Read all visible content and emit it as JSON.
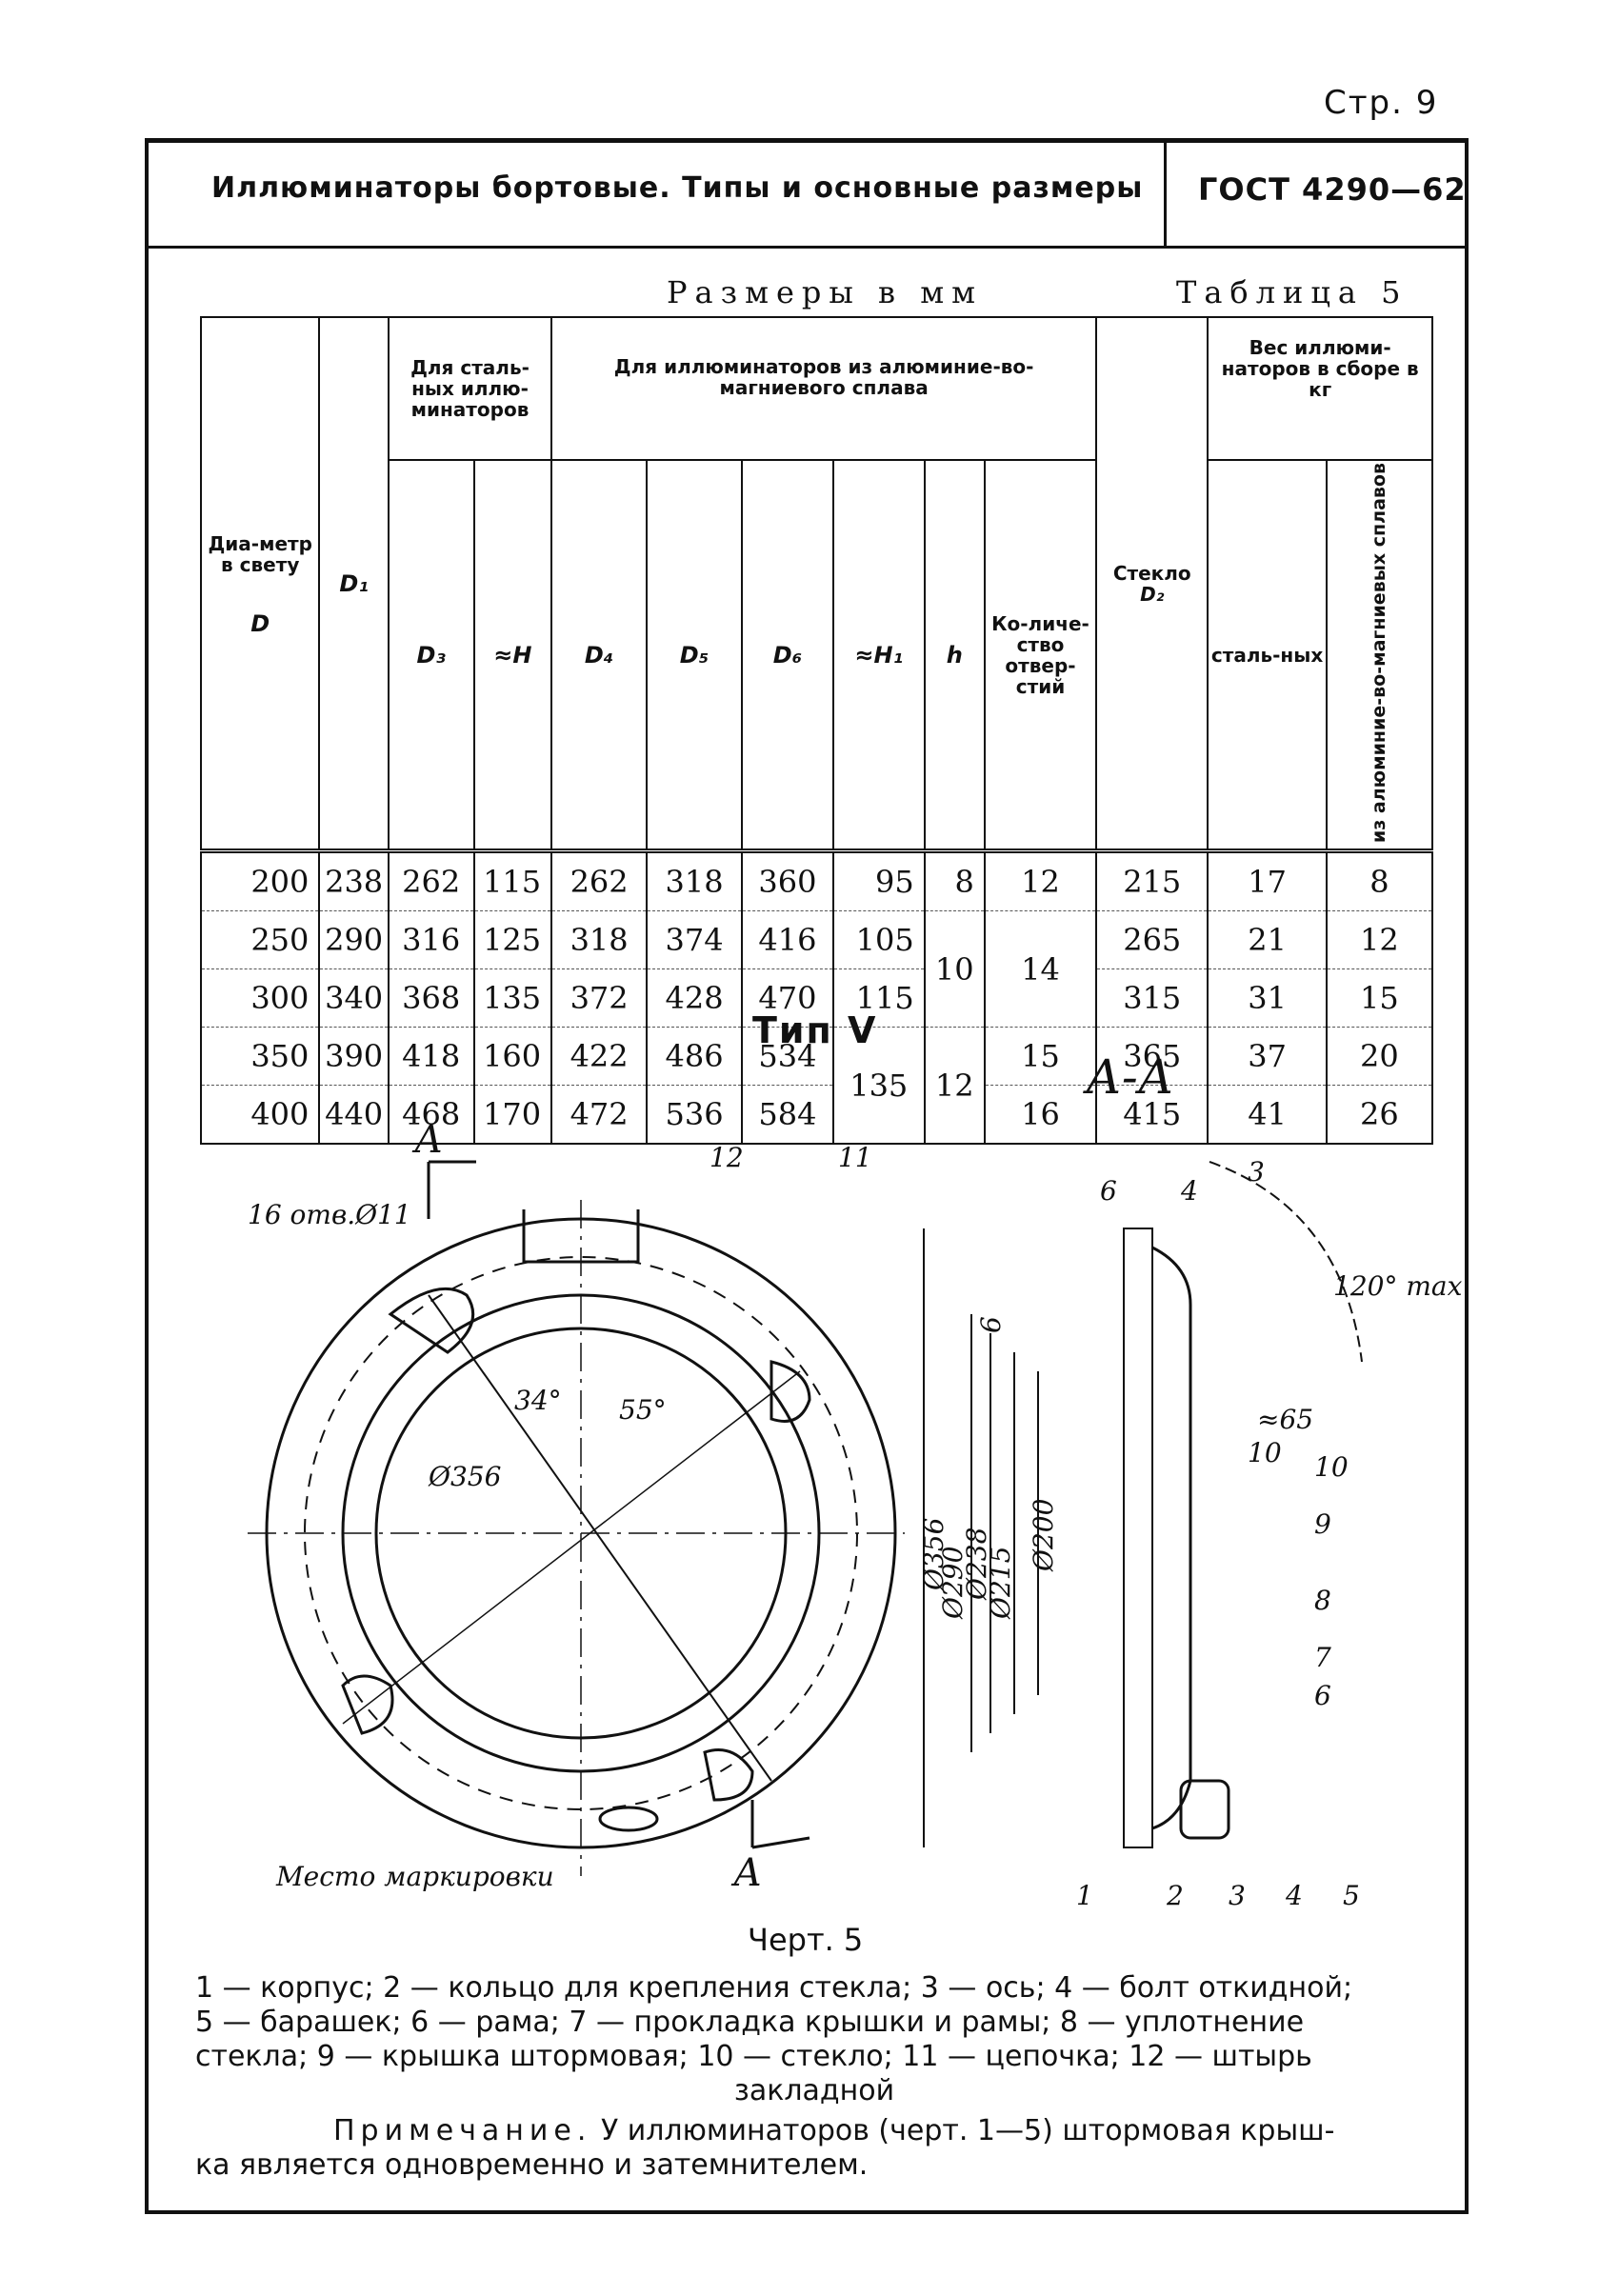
{
  "page": {
    "number": "Стр. 9"
  },
  "header": {
    "title": "Иллюминаторы бортовые. Типы и основные размеры",
    "gost": "ГОСТ 4290—62"
  },
  "table": {
    "units": "Размеры в мм",
    "label": "Таблица 5",
    "headers": {
      "diameter": "Диа-метр в свету",
      "diameter_sym": "D",
      "d1": "D₁",
      "steel_group": "Для сталь-ных иллю-минаторов",
      "alum_group": "Для иллюминаторов из алюминие-во-магниевого сплава",
      "glass": "Стекло",
      "glass_sym": "D₂",
      "weight_group": "Вес иллюми-наторов в сборе в кг",
      "d3": "D₃",
      "h": "≈H",
      "d4": "D₄",
      "d5": "D₅",
      "d6": "D₆",
      "h1": "≈H₁",
      "h_small": "h",
      "holes": "Ко-личе-ство отвер-стий",
      "w_steel": "сталь-ных",
      "w_alum": "из алюминие-во-магниевых сплавов"
    },
    "rows": [
      {
        "D": "200",
        "D1": "238",
        "D3": "262",
        "H": "115",
        "D4": "262",
        "D5": "318",
        "D6": "360",
        "H1": "95",
        "h": "8",
        "holes": "12",
        "D2": "215",
        "ws": "17",
        "wa": "8"
      },
      {
        "D": "250",
        "D1": "290",
        "D3": "316",
        "H": "125",
        "D4": "318",
        "D5": "374",
        "D6": "416",
        "H1": "105",
        "h": "10",
        "holes": "14",
        "D2": "265",
        "ws": "21",
        "wa": "12"
      },
      {
        "D": "300",
        "D1": "340",
        "D3": "368",
        "H": "135",
        "D4": "372",
        "D5": "428",
        "D6": "470",
        "H1": "115",
        "D2": "315",
        "ws": "31",
        "wa": "15"
      },
      {
        "D": "350",
        "D1": "390",
        "D3": "418",
        "H": "160",
        "D4": "422",
        "D5": "486",
        "D6": "534",
        "H1": "135",
        "h": "12",
        "holes": "15",
        "D2": "365",
        "ws": "37",
        "wa": "20"
      },
      {
        "D": "400",
        "D1": "440",
        "D3": "468",
        "H": "170",
        "D4": "472",
        "D5": "536",
        "D6": "584",
        "holes": "16",
        "D2": "415",
        "ws": "41",
        "wa": "26"
      }
    ]
  },
  "figure": {
    "type_title": "Тип V",
    "section_label": "А-А",
    "labels": {
      "holes": "16 отв.Ø11",
      "marking": "Место маркировки",
      "a_top": "А",
      "a_bottom": "А",
      "angle1": "34°",
      "angle2": "55°",
      "dia_front": "Ø356",
      "n12": "12",
      "n11": "11",
      "dim6": "6",
      "dim4": "4",
      "n3top": "3",
      "angle_max": "120° max",
      "approx65": "≈65",
      "n10a": "10",
      "n10b": "10",
      "n9": "9",
      "n8": "8",
      "n7": "7",
      "n6": "6",
      "n1": "1",
      "n2": "2",
      "n3": "3",
      "n4": "4",
      "n5": "5",
      "d356": "Ø356",
      "d290": "Ø290",
      "d238": "Ø238",
      "d215": "Ø215",
      "d200": "Ø200",
      "dim6v": "6"
    },
    "caption": "Черт. 5"
  },
  "legend": {
    "line1": "1 — корпус; 2 — кольцо для крепления стекла; 3 — ось; 4 — болт откидной;",
    "line2": "5 — барашек; 6 — рама; 7 — прокладка крышки и рамы; 8 — уплотнение",
    "line3": "стекла; 9 — крышка штормовая; 10 — стекло; 11 — цепочка; 12 — штырь",
    "line4": "закладной"
  },
  "note": {
    "head": "Примечание.",
    "text1": " У иллюминаторов (черт. 1—5) штормовая крыш-",
    "text2": "ка является одновременно и затемнителем."
  }
}
